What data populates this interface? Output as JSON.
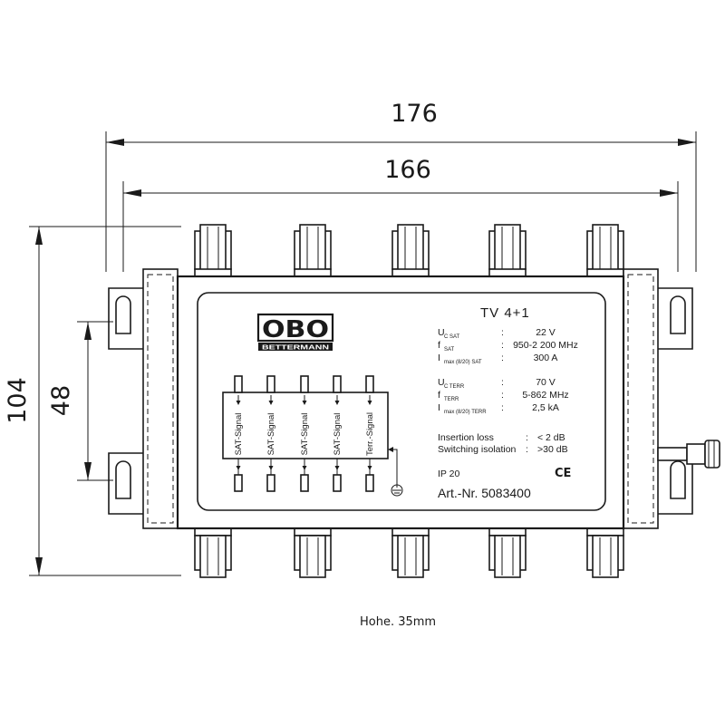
{
  "dimensions": {
    "overall_width": "176",
    "body_width": "166",
    "overall_height": "104",
    "mount_spacing": "48"
  },
  "product": {
    "brand": "OBO",
    "brand_sub": "BETTERMANN",
    "model": "TV 4+1"
  },
  "specs": [
    {
      "sym": "U",
      "sub": "C SAT",
      "value": "22 V"
    },
    {
      "sym": "f",
      "sub": "SAT",
      "value": "950-2 200 MHz"
    },
    {
      "sym": "I",
      "sub": "max (8/20) SAT",
      "value": "300 A"
    },
    {
      "sym": "U",
      "sub": "C TERR",
      "value": "70 V"
    },
    {
      "sym": "f",
      "sub": "TERR",
      "value": "5-862 MHz"
    },
    {
      "sym": "I",
      "sub": "max (8/20) TERR",
      "value": "2,5 kA"
    }
  ],
  "losses": [
    {
      "label": "Insertion loss",
      "value": "< 2 dB"
    },
    {
      "label": "Switching isolation",
      "value": ">30 dB"
    }
  ],
  "ip_rating": "IP 20",
  "ce_mark": "CE",
  "article": "Art.-Nr. 5083400",
  "signals": [
    "SAT-Signal",
    "SAT-Signal",
    "SAT-Signal",
    "SAT-Signal",
    "Terr.-Signal"
  ],
  "height_note": "Hohe. 35mm",
  "separator": ":"
}
